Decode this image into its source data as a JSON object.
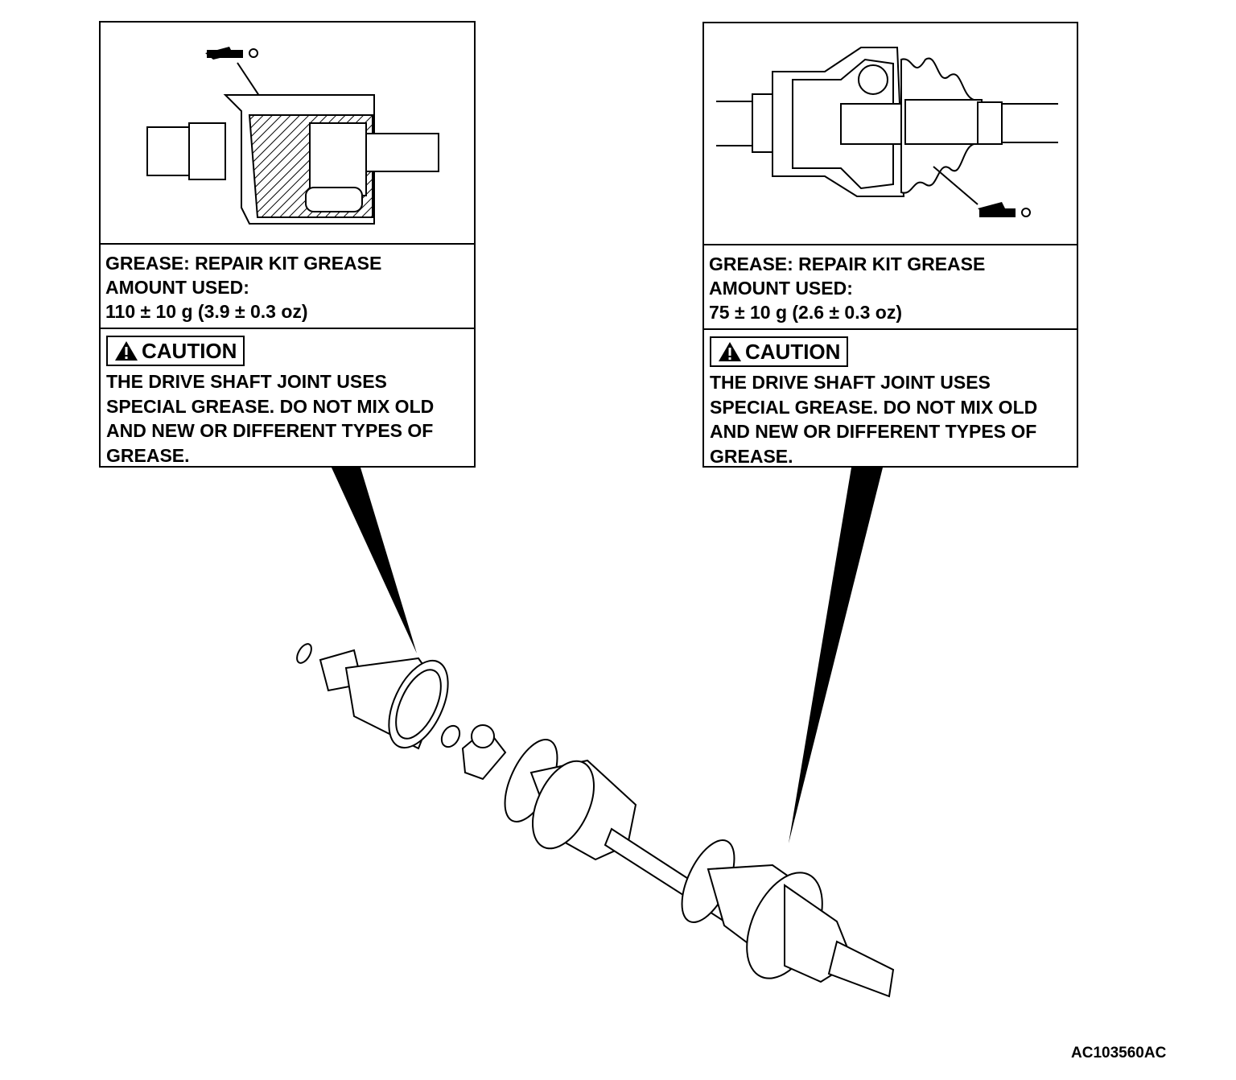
{
  "panels": [
    {
      "grease": "GREASE: REPAIR KIT GREASE",
      "amount_label": "AMOUNT USED:",
      "amount": "110 ± 10 g (3.9 ± 0.3 oz)",
      "caution_label": "CAUTION",
      "caution_lines": [
        "THE DRIVE SHAFT JOINT USES",
        "SPECIAL GREASE. DO NOT MIX OLD",
        "AND NEW OR DIFFERENT TYPES OF",
        "GREASE."
      ]
    },
    {
      "grease": "GREASE: REPAIR KIT GREASE",
      "amount_label": "AMOUNT USED:",
      "amount": "75 ± 10 g (2.6 ± 0.3 oz)",
      "caution_label": "CAUTION",
      "caution_lines": [
        "THE DRIVE SHAFT JOINT USES",
        "SPECIAL GREASE. DO NOT MIX OLD",
        "AND NEW OR DIFFERENT TYPES OF",
        "GREASE."
      ]
    }
  ],
  "figure_code": "AC103560AC"
}
